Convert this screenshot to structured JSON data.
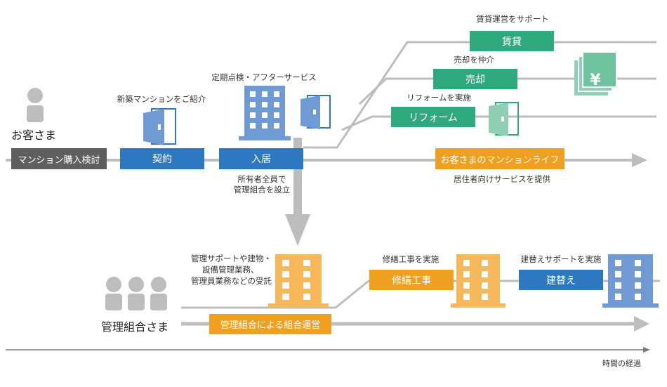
{
  "colors": {
    "gray": "#bdbdbd",
    "dark": "#5f5f5f",
    "blue": "#2e78c2",
    "blue_light": "#6f9ad3",
    "green": "#2faa7f",
    "green_light": "#8fd0b4",
    "orange": "#f0a020",
    "orange_light": "#f6b85a"
  },
  "customer": {
    "title": "お客さま",
    "steps": {
      "consider": "マンション購入検討",
      "contract": "契約",
      "movein": "入居",
      "life": "お客さまのマンションライフ"
    },
    "notes": {
      "contract": "新築マンションをご紹介",
      "movein_top": "定期点検・アフターサービス",
      "movein_bottom_1": "所有者全員で",
      "movein_bottom_2": "管理組合を設立",
      "life": "居住者向けサービスを提供"
    }
  },
  "branches": {
    "rental_note": "賃貸運営をサポート",
    "rental": "賃貸",
    "sale_note": "売却を仲介",
    "sale": "売却",
    "reform_note": "リフォームを実施",
    "reform": "リフォーム",
    "yen_symbol": "¥"
  },
  "association": {
    "title": "管理組合さま",
    "note_1": "管理サポートや建物・",
    "note_2": "設備管理業務、",
    "note_3": "管理員業務などの受託",
    "operation": "管理組合による組合運営",
    "repair_note": "修繕工事を実施",
    "repair": "修繕工事",
    "rebuild_note": "建替えサポートを実施",
    "rebuild": "建替え"
  },
  "axis": {
    "label": "時間の経過"
  }
}
